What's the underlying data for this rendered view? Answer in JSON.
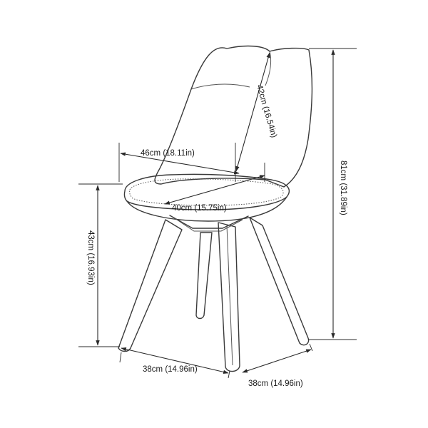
{
  "dimensions": {
    "seat_width": "46cm (18.11in)",
    "seat_depth": "40cm (15.75in)",
    "backrest_height": "42cm (16.54in)",
    "total_height": "81cm (31.89in)",
    "seat_height": "43cm (16.93in)",
    "base_front": "38cm (14.96in)",
    "base_side": "38cm (14.96in)"
  }
}
